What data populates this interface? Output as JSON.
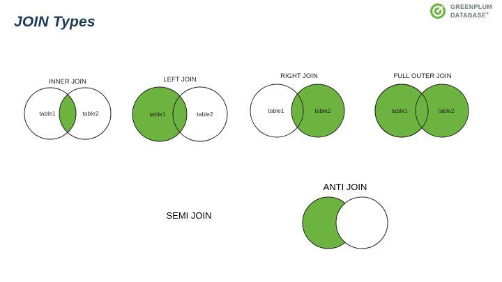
{
  "slide": {
    "title": "JOIN Types"
  },
  "logo": {
    "line1": "GREENPLUM",
    "line2": "DATABASE",
    "registered": "®"
  },
  "colors": {
    "fill": "#6cb33f",
    "stroke": "#1f1f1f",
    "title": "#1c3a5c"
  },
  "joins": {
    "inner": {
      "title": "INNER JOIN",
      "left": "table1",
      "right": "table2"
    },
    "left": {
      "title": "LEFT JOIN",
      "left": "table1",
      "right": "table2"
    },
    "right": {
      "title": "RIGHT JOIN",
      "left": "table1",
      "right": "table2"
    },
    "full": {
      "title": "FULL OUTER JOIN",
      "left": "table1",
      "right": "table2"
    },
    "semi": {
      "title": "SEMI JOIN"
    },
    "anti": {
      "title": "ANTI JOIN"
    }
  }
}
